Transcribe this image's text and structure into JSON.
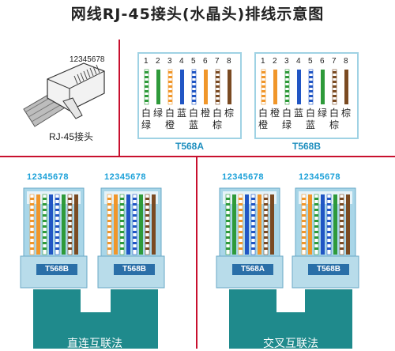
{
  "title": "网线RJ-45接头(水晶头)排线示意图",
  "rj45": {
    "pin_numbers": "12345678",
    "label": "RJ-45接头"
  },
  "t568a": {
    "pins": [
      "1",
      "2",
      "3",
      "4",
      "5",
      "6",
      "7",
      "8"
    ],
    "wires_top": [
      "白",
      "绿",
      "白",
      "蓝",
      "白",
      "橙",
      "白",
      "棕"
    ],
    "wires_bottom": [
      "绿",
      "",
      "橙",
      "",
      "蓝",
      "",
      "棕",
      ""
    ],
    "label": "T568A"
  },
  "t568b": {
    "pins": [
      "1",
      "2",
      "3",
      "4",
      "5",
      "6",
      "7",
      "8"
    ],
    "wires_top": [
      "白",
      "橙",
      "白",
      "蓝",
      "白",
      "绿",
      "白",
      "棕"
    ],
    "wires_bottom": [
      "橙",
      "",
      "绿",
      "",
      "蓝",
      "",
      "棕",
      ""
    ],
    "label": "T568B"
  },
  "straight": {
    "left_pins": "12345678",
    "right_pins": "12345678",
    "left_tag": "T568B",
    "right_tag": "T568B",
    "label": "直连互联法"
  },
  "crossover": {
    "left_pins": "12345678",
    "right_pins": "12345678",
    "left_tag": "T568A",
    "right_tag": "T568B",
    "label": "交叉互联法"
  },
  "colors": {
    "accent_red": "#c8102e",
    "cable_teal": "#1f8a8c",
    "frame_blue": "#9fd2e4",
    "tag_blue": "#2a6fa8",
    "orange": "#f0962a",
    "green": "#2e9a3a",
    "blue": "#2156c4",
    "brown": "#7a4a22"
  }
}
